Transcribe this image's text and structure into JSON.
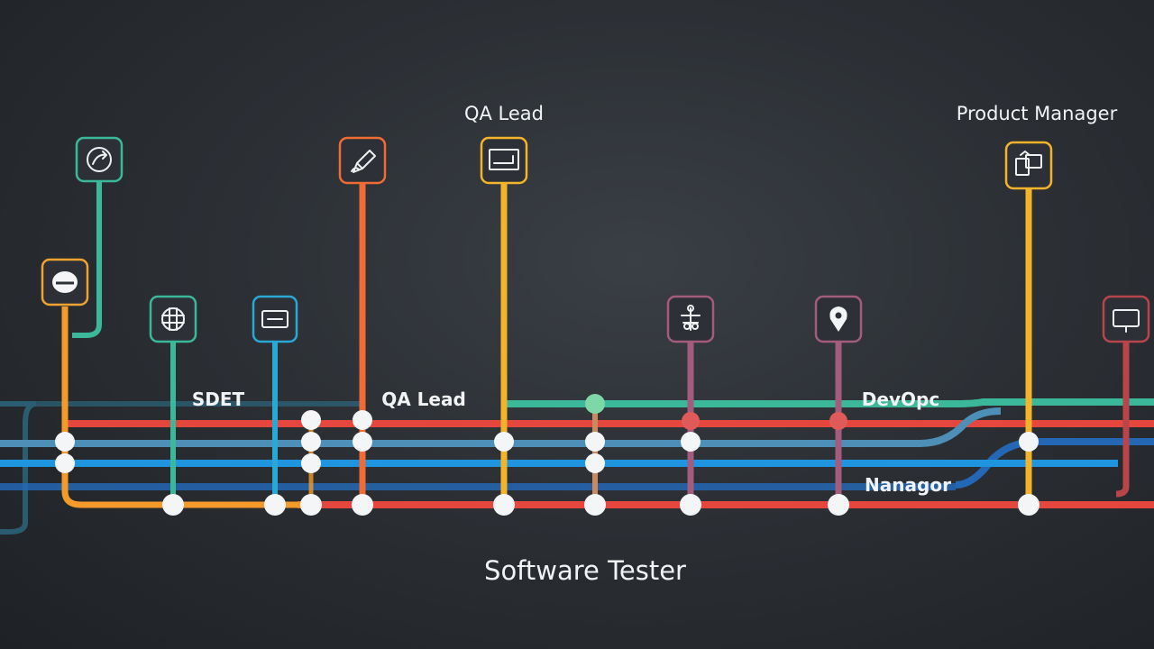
{
  "labels": {
    "qa_lead_top": "QA Lead",
    "product_manager": "Product Manager",
    "sdet": "SDET",
    "qa_lead_mid": "QA Lead",
    "devops": "DevOpc",
    "manager": "Nanagor",
    "software_tester": "Software Tester"
  },
  "icons": [
    {
      "name": "refresh-icon",
      "color": "#3bb89a"
    },
    {
      "name": "badge-icon",
      "color": "#f0a331"
    },
    {
      "name": "globe-icon",
      "color": "#3bb89a"
    },
    {
      "name": "monitor-icon",
      "color": "#29a8d6"
    },
    {
      "name": "pen-icon",
      "color": "#f06b36"
    },
    {
      "name": "presentation-icon",
      "color": "#f3b32a"
    },
    {
      "name": "network-icon",
      "color": "#a35b7e"
    },
    {
      "name": "location-pin-icon",
      "color": "#a35b7e"
    },
    {
      "name": "clipboard-icon",
      "color": "#f3b32a"
    },
    {
      "name": "display-icon",
      "color": "#b8454b"
    }
  ],
  "colors": {
    "background": "#2c3035",
    "red": "#e5473e",
    "orange": "#f39a2b",
    "teal": "#3bb89a",
    "blue": "#1e95de",
    "slate_blue": "#4d8fb6",
    "navy": "#2467b4",
    "amber": "#f3b32a",
    "mauve": "#a35b7e",
    "node": "#f4f5f6"
  }
}
